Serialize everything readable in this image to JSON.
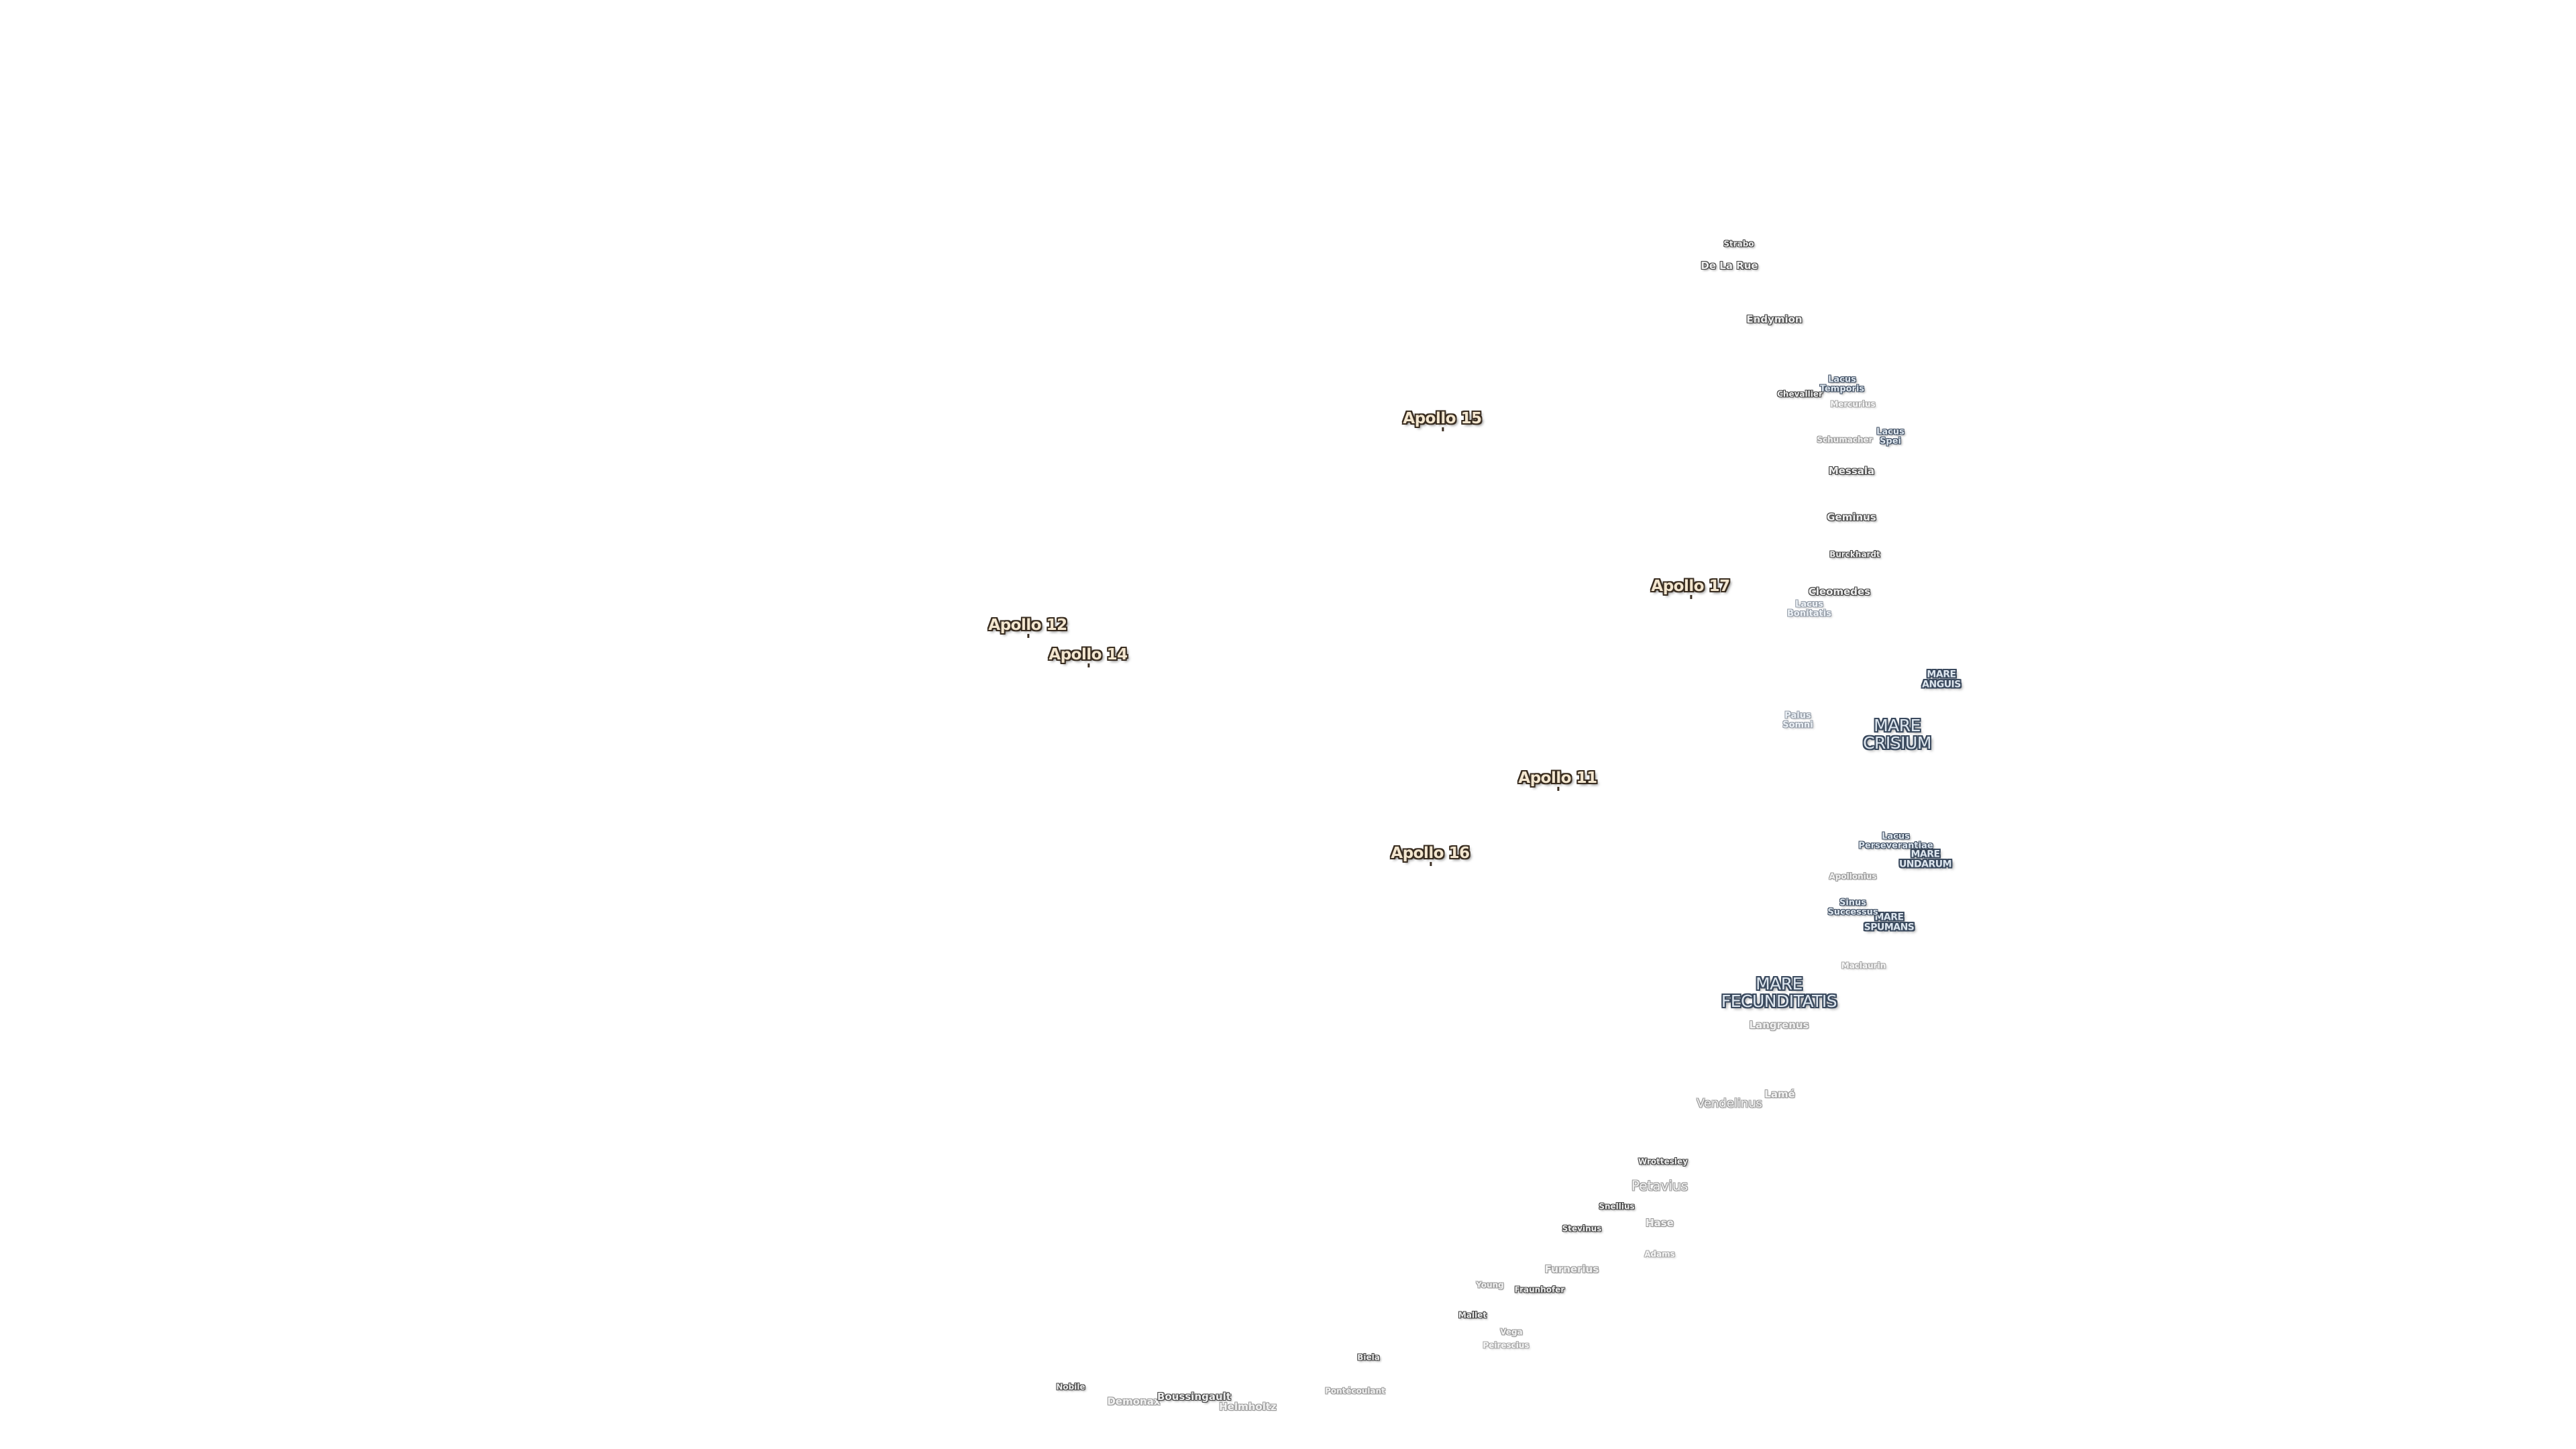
{
  "map": {
    "apollo_sites": [
      {
        "name": "Apollo 15"
      },
      {
        "name": "Apollo 17"
      },
      {
        "name": "Apollo 12"
      },
      {
        "name": "Apollo 14"
      },
      {
        "name": "Apollo 11"
      },
      {
        "name": "Apollo 16"
      }
    ],
    "maria": [
      {
        "name_line1": "MARE",
        "name_line2": "CRISIUM"
      },
      {
        "name_line1": "MARE",
        "name_line2": "FECUNDITATIS"
      },
      {
        "name_line1": "MARE",
        "name_line2": "ANGUIS"
      },
      {
        "name_line1": "MARE",
        "name_line2": "UNDARUM"
      },
      {
        "name_line1": "MARE",
        "name_line2": "SPUMANS"
      }
    ],
    "lacus": [
      {
        "name_line1": "Lacus",
        "name_line2": "Temporis"
      },
      {
        "name_line1": "Lacus",
        "name_line2": "Spei"
      },
      {
        "name_line1": "Lacus",
        "name_line2": "Bonitatis"
      },
      {
        "name_line1": "Palus",
        "name_line2": "Somni"
      },
      {
        "name_line1": "Lacus",
        "name_line2": "Perseverantiae"
      },
      {
        "name_line1": "Sinus",
        "name_line2": "Successus"
      }
    ],
    "craters": [
      {
        "name": "Strabo"
      },
      {
        "name": "De La Rue"
      },
      {
        "name": "Endymion"
      },
      {
        "name": "Chevallier"
      },
      {
        "name": "Mercurius"
      },
      {
        "name": "Schumacher"
      },
      {
        "name": "Messala"
      },
      {
        "name": "Geminus"
      },
      {
        "name": "Burckhardt"
      },
      {
        "name": "Cleomedes"
      },
      {
        "name": "Apollonius"
      },
      {
        "name": "Maclaurin"
      },
      {
        "name": "Langrenus"
      },
      {
        "name": "Vendelinus"
      },
      {
        "name": "Lamé"
      },
      {
        "name": "Wrottesley"
      },
      {
        "name": "Petavius"
      },
      {
        "name": "Snellius"
      },
      {
        "name": "Stevinus"
      },
      {
        "name": "Hase"
      },
      {
        "name": "Adams"
      },
      {
        "name": "Furnerius"
      },
      {
        "name": "Young"
      },
      {
        "name": "Fraunhofer"
      },
      {
        "name": "Mallet"
      },
      {
        "name": "Vega"
      },
      {
        "name": "Peirescius"
      },
      {
        "name": "Biela"
      },
      {
        "name": "Nobile"
      },
      {
        "name": "Demonax"
      },
      {
        "name": "Boussingault"
      },
      {
        "name": "Helmholtz"
      },
      {
        "name": "Pontécoulant"
      }
    ]
  }
}
